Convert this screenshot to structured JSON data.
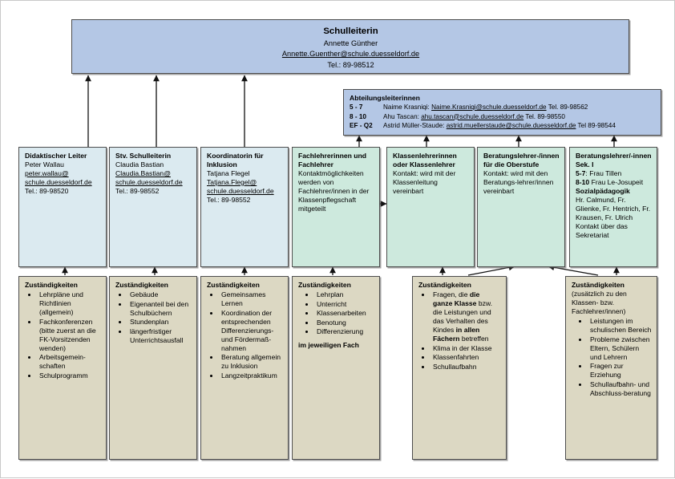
{
  "colors": {
    "blue": "#b4c7e5",
    "lightblue": "#dbeaf0",
    "green": "#cde9dd",
    "beige": "#dcd8c3",
    "border": "#4d4d4d"
  },
  "head": {
    "title": "Schulleiterin",
    "name": "Annette Günther",
    "email": "Annette.Guenther@schule.duesseldorf.de",
    "phone": "Tel.: 89-98512"
  },
  "department": {
    "title": "Abteilungsleiterinnen",
    "rows": [
      {
        "grades": "5 - 7",
        "text": "Naime Krasniqi: ",
        "email": "Naime.Krasniqi@schule.duesseldorf.de",
        "phone": " Tel. 89-98562"
      },
      {
        "grades": "8 - 10",
        "text": "Ahu Tascan: ",
        "email": "ahu.tascan@schule.duesseldorf.de",
        "phone": " Tel. 89-98550"
      },
      {
        "grades": "EF - Q2",
        "text": "Astrid Müller-Staude: ",
        "email": "astrid.muellerstaude@schule.duesseldorf.de",
        "phone": " Tel 89-98544"
      }
    ]
  },
  "roles": [
    {
      "id": "didaktischer-leiter",
      "title": "Didaktischer Leiter",
      "name": "Peter Wallau",
      "email1": "peter.wallau@",
      "email2": "schule.duesseldorf.de",
      "phone": "Tel.: 89-98520"
    },
    {
      "id": "stv-schulleiterin",
      "title": "Stv. Schulleiterin",
      "name": "Claudia Bastian",
      "email1": "Claudia.Bastian@",
      "email2": "schule.duesseldorf.de",
      "phone": "Tel.: 89-98552"
    },
    {
      "id": "koordinatorin-inklusion",
      "title": "Koordinatorin für Inklusion",
      "name": "Tatjana Flegel",
      "email1": "Tatjana.Flegel@",
      "email2": "schule.duesseldorf.de",
      "phone": "Tel.: 89-98552"
    }
  ],
  "teachers": [
    {
      "id": "fachlehrer",
      "title": "Fachlehrerinnen und Fachlehrer",
      "body": "Kontaktmöglichkeiten werden von Fachlehrer/innen in der Klassenpflegschaft mitgeteilt"
    },
    {
      "id": "klassenlehrer",
      "title": "Klassenlehrerinnen oder Klassenlehrer",
      "body": "Kontakt: wird mit der Klassenleitung vereinbart"
    },
    {
      "id": "beratungslehrer-oberstufe",
      "title": "Beratungslehrer-/innen für die Oberstufe",
      "body": "Kontakt: wird mit den Beratungs-lehrer/innen vereinbart"
    }
  ],
  "beratung_sek1": {
    "id": "beratungslehrer-sek1",
    "title": "Beratungslehrer/-innen Sek. I",
    "line1_bold": "5-7",
    "line1_rest": ": Frau Tillen",
    "line2_bold": "8-10",
    "line2_rest": " Frau Le-Josupeit",
    "subhead": "Sozialpädagogik",
    "people": "Hr. Calmund, Fr. Glienke, Fr. Hentrich, Fr. Krausen, Fr. Ulrich",
    "contact": "Kontakt über das Sekretariat"
  },
  "responsibilities": [
    {
      "id": "zust-didaktischer-leiter",
      "title": "Zuständigkeiten",
      "items": [
        "Lehrpläne und Richtlinien (allgemein)",
        "Fachkonferenzen (bitte zuerst an die FK-Vorsitzenden wenden)",
        "Arbeitsgemein-schaften",
        "Schulprogramm"
      ]
    },
    {
      "id": "zust-stv-schulleiterin",
      "title": "Zuständigkeiten",
      "items": [
        "Gebäude",
        "Eigenanteil bei den Schulbüchern",
        "Stundenplan",
        "längerfristiger Unterrichtsausfall"
      ]
    },
    {
      "id": "zust-inklusion",
      "title": "Zuständigkeiten",
      "items": [
        "Gemeinsames Lernen",
        "Koordination der entsprechenden Differenzierungs- und Fördermaß-nahmen",
        "Beratung allgemein zu Inklusion",
        "Langzeitpraktikum"
      ]
    },
    {
      "id": "zust-fachlehrer",
      "title": "Zuständigkeiten",
      "items": [
        "Lehrplan",
        "Unterricht",
        "Klassenarbeiten",
        "Benotung",
        "Differenzierung"
      ],
      "note": "im jeweiligen Fach"
    }
  ],
  "zust_klassenlehrer": {
    "id": "zust-klassenlehrer",
    "title": "Zuständigkeiten",
    "item1_a": "Fragen, die ",
    "item1_b": "die ganze Klasse",
    "item1_c": " bzw. die Leistungen und das Verhalten des Kindes ",
    "item1_d": "in allen Fächern",
    "item1_e": " betreffen",
    "items": [
      "Klima in der Klasse",
      "Klassenfahrten",
      "Schullaufbahn"
    ]
  },
  "zust_beratung": {
    "id": "zust-beratungslehrer",
    "title": "Zuständigkeiten",
    "subtitle": "(zusätzlich zu den Klassen- bzw. Fachlehrer/innen)",
    "items": [
      "Leistungen im schulischen Bereich",
      "Probleme zwischen Eltern, Schülern und Lehrern",
      "Fragen zur Erziehung",
      "Schullaufbahn- und Abschluss-beratung"
    ]
  }
}
